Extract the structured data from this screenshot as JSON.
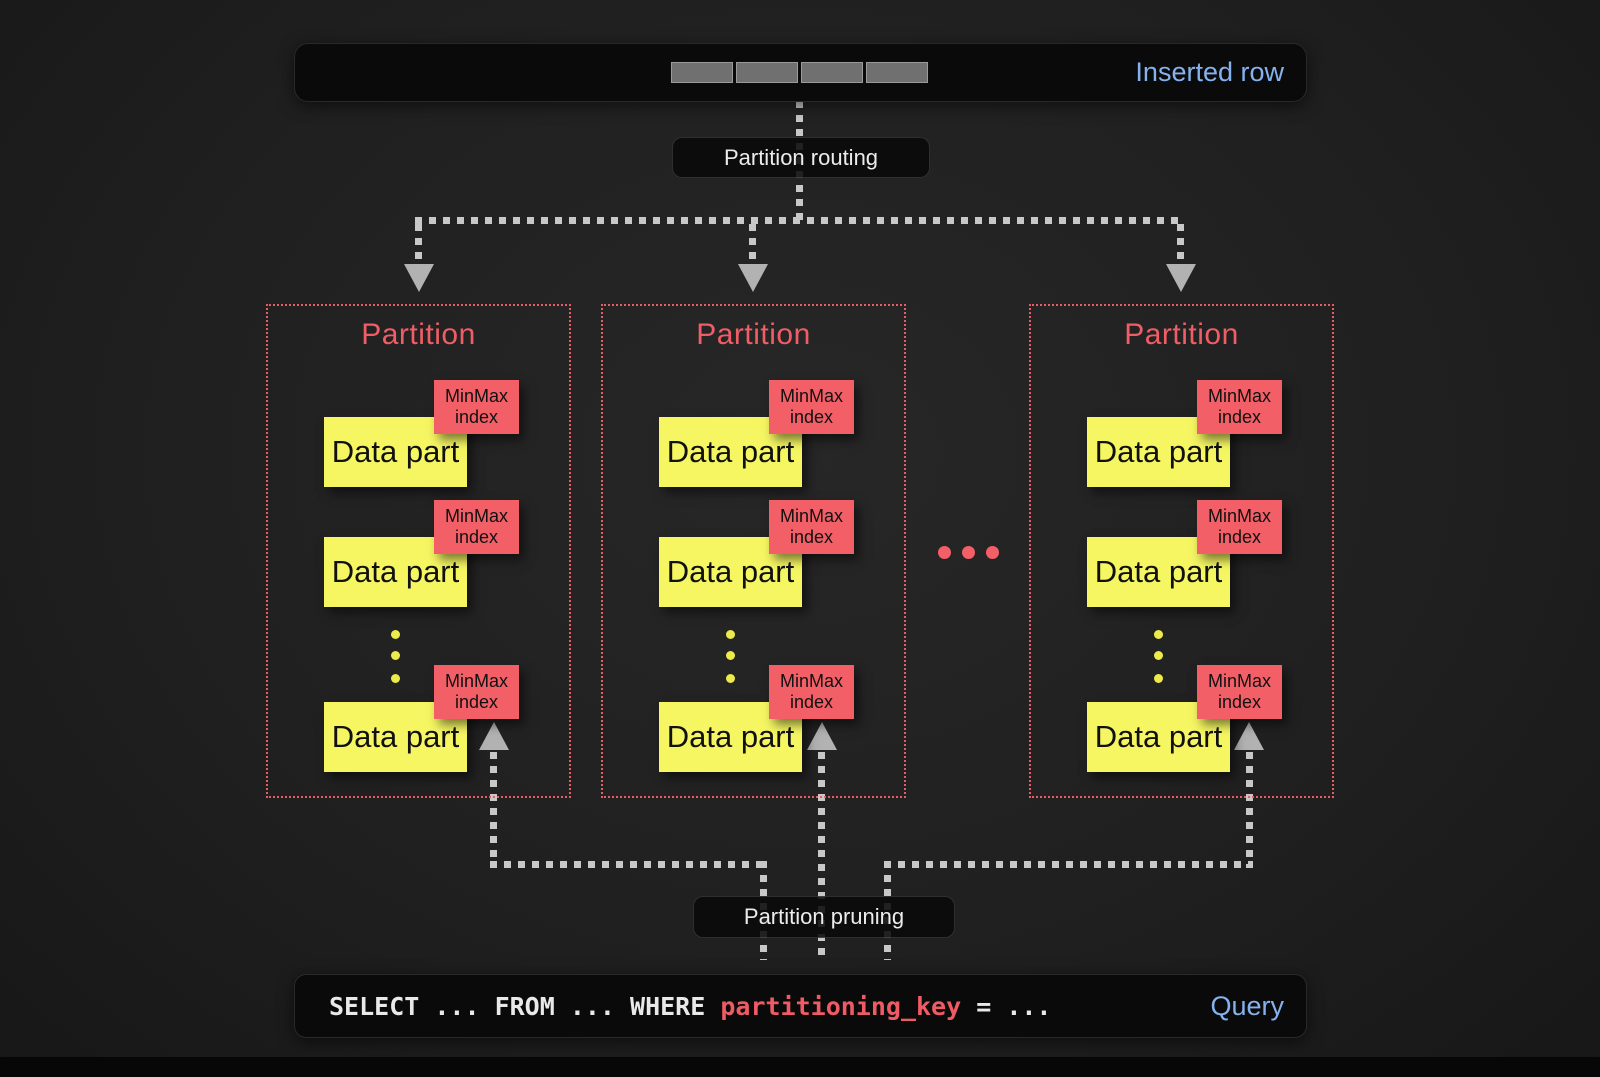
{
  "inserted_row": {
    "label": "Inserted row"
  },
  "routing": {
    "label": "Partition routing"
  },
  "pruning": {
    "label": "Partition pruning"
  },
  "partitions": [
    {
      "title": "Partition",
      "data_parts": [
        {
          "label": "Data part",
          "index_label": "MinMax index"
        },
        {
          "label": "Data part",
          "index_label": "MinMax index"
        },
        {
          "label": "Data part",
          "index_label": "MinMax index"
        }
      ]
    },
    {
      "title": "Partition",
      "data_parts": [
        {
          "label": "Data part",
          "index_label": "MinMax index"
        },
        {
          "label": "Data part",
          "index_label": "MinMax index"
        },
        {
          "label": "Data part",
          "index_label": "MinMax index"
        }
      ]
    },
    {
      "title": "Partition",
      "data_parts": [
        {
          "label": "Data part",
          "index_label": "MinMax index"
        },
        {
          "label": "Data part",
          "index_label": "MinMax index"
        },
        {
          "label": "Data part",
          "index_label": "MinMax index"
        }
      ]
    }
  ],
  "query": {
    "sql_prefix": "SELECT ... FROM ... WHERE ",
    "key": "partitioning_key",
    "sql_suffix": " = ...",
    "label": "Query"
  },
  "colors": {
    "accent_blue": "#85b2ee",
    "partition_red": "#ef5d66",
    "minmax_red": "#f25f67",
    "data_yellow": "#f5f662",
    "line_gray": "#c8c8c8",
    "arrow_gray": "#b2b2b2"
  }
}
